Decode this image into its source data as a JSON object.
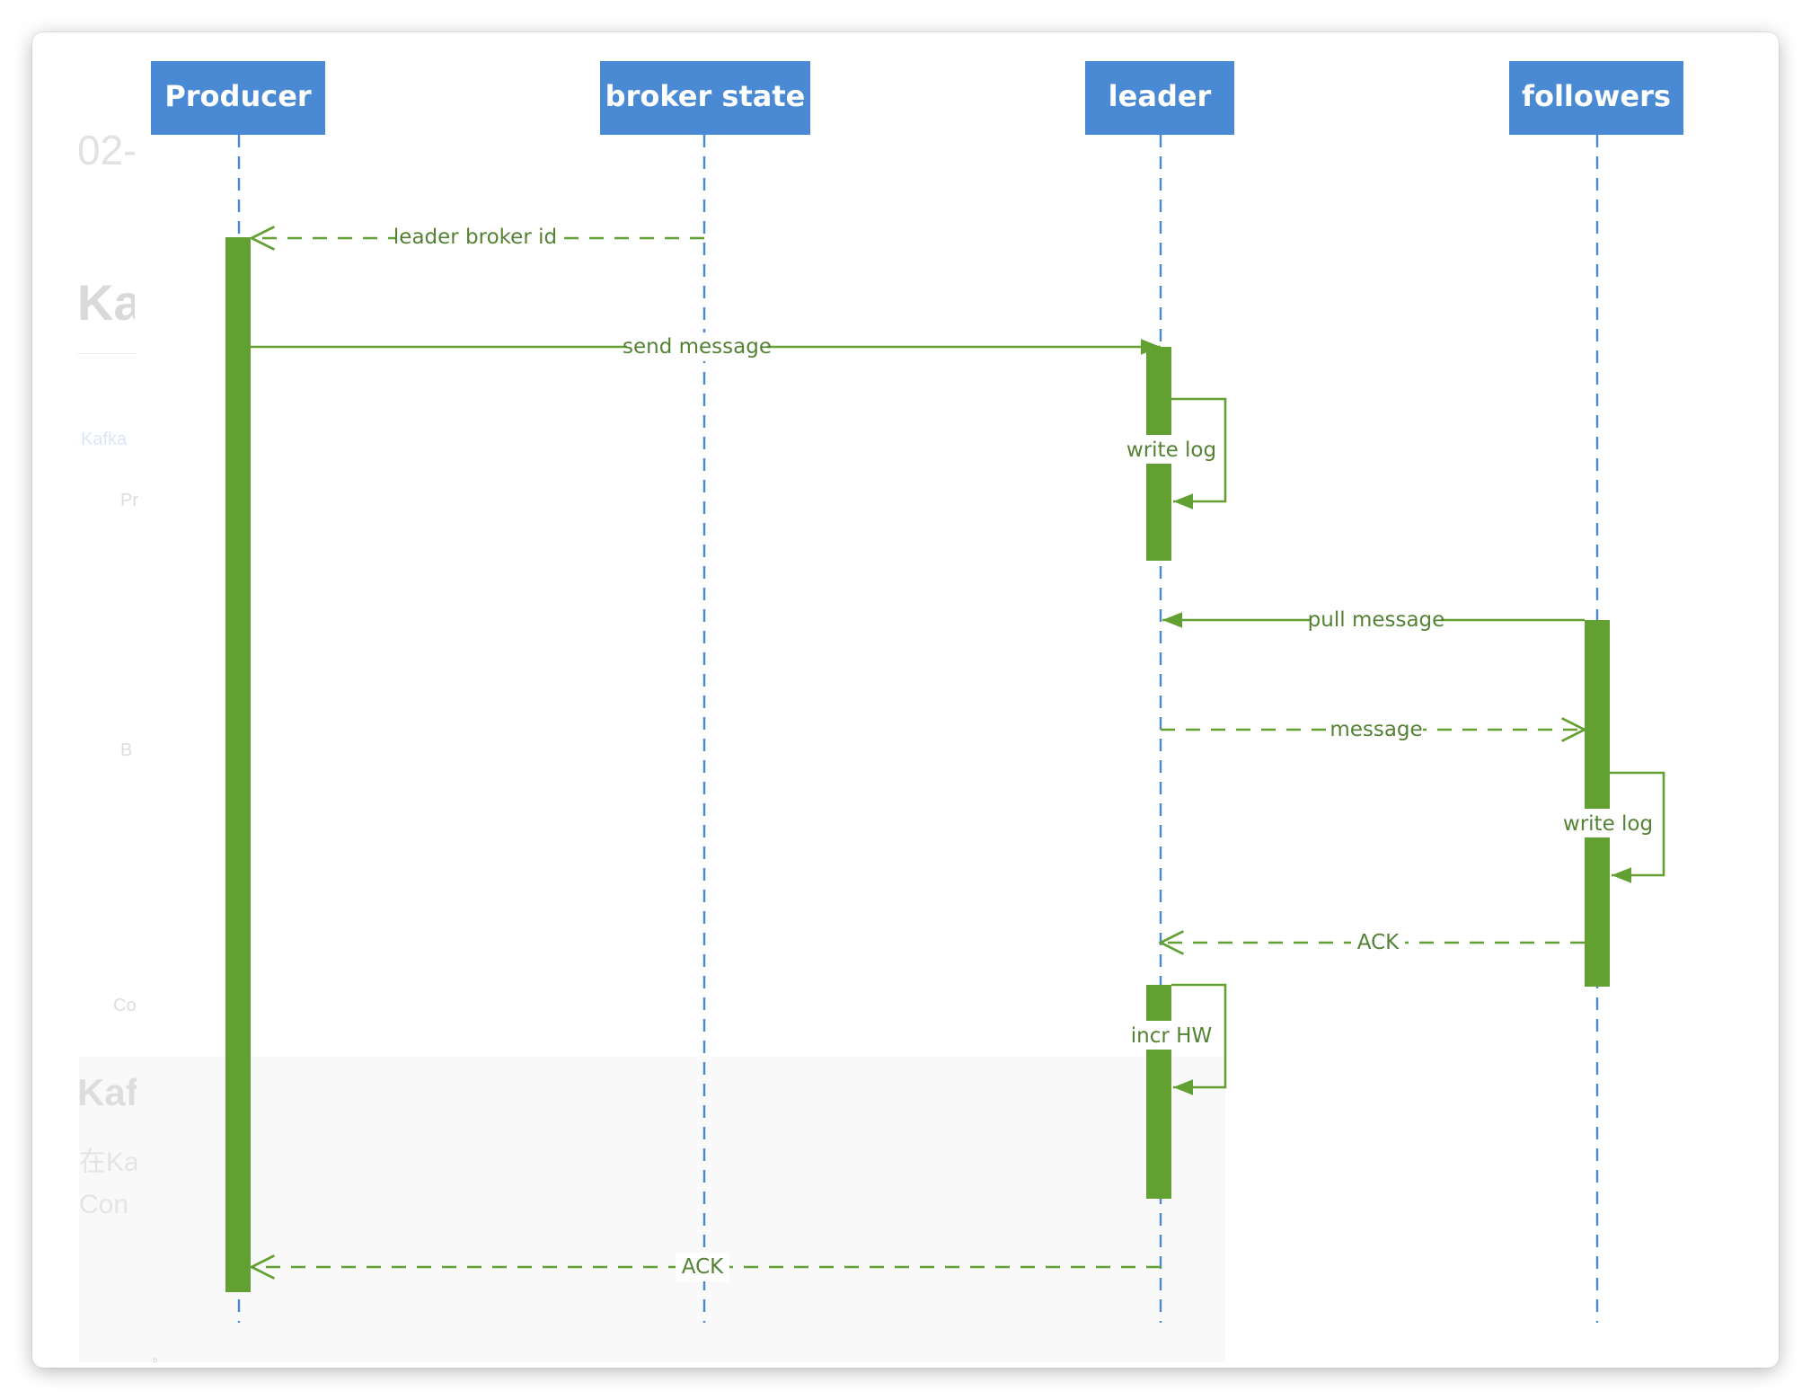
{
  "participants": [
    "Producer",
    "broker state",
    "leader",
    "followers"
  ],
  "messages": {
    "leader_broker_id": "leader broker id",
    "send_message": "send message",
    "write_log_leader": "write log",
    "pull_message": "pull message",
    "message": "message",
    "write_log_followers": "write log",
    "ack_followers": "ACK",
    "incr_hw": "incr HW",
    "ack_producer": "ACK"
  },
  "colors": {
    "participant_box": "#4a8ad4",
    "participant_text": "#ffffff",
    "lifeline": "#4a8ad4",
    "activation": "#62a032",
    "arrow": "#62a032",
    "label_text": "#548235"
  }
}
